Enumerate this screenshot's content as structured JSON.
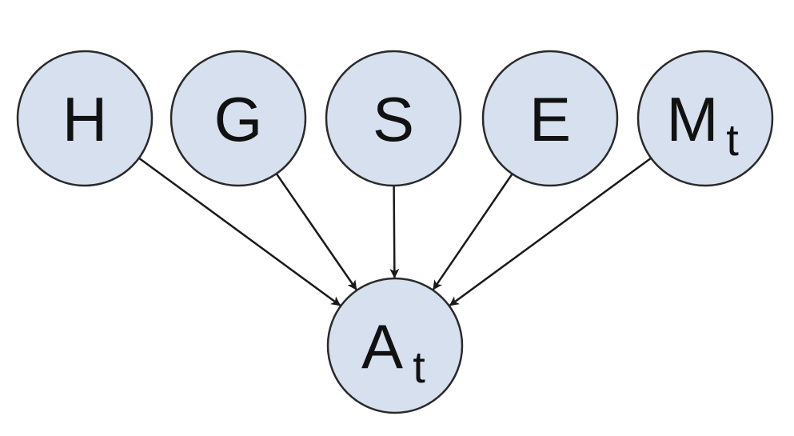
{
  "nodes": [
    {
      "id": "H",
      "label": "H",
      "sub": ""
    },
    {
      "id": "G",
      "label": "G",
      "sub": ""
    },
    {
      "id": "S",
      "label": "S",
      "sub": ""
    },
    {
      "id": "E",
      "label": "E",
      "sub": ""
    },
    {
      "id": "M",
      "label": "M",
      "sub": "t"
    },
    {
      "id": "A",
      "label": "A",
      "sub": "t"
    }
  ],
  "edges": [
    {
      "from": "H",
      "to": "A"
    },
    {
      "from": "G",
      "to": "A"
    },
    {
      "from": "S",
      "to": "A"
    },
    {
      "from": "E",
      "to": "A"
    },
    {
      "from": "M",
      "to": "A"
    }
  ],
  "colors": {
    "node_fill": "#d6e0ef",
    "node_stroke": "#2a2a2a",
    "edge": "#1a1a1a"
  }
}
